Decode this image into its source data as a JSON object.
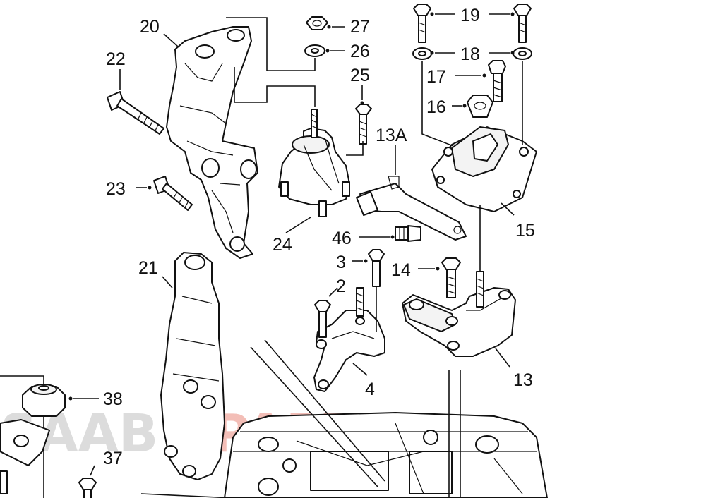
{
  "diagram": {
    "callouts": {
      "c2": "2",
      "c3": "3",
      "c4": "4",
      "c13": "13",
      "c13a": "13A",
      "c14": "14",
      "c15": "15",
      "c16": "16",
      "c17": "17",
      "c18": "18",
      "c19": "19",
      "c20": "20",
      "c21": "21",
      "c22": "22",
      "c23": "23",
      "c24": "24",
      "c25": "25",
      "c26": "26",
      "c27": "27",
      "c37": "37",
      "c38": "38",
      "c46": "46"
    },
    "watermark": {
      "part1": "SAAB",
      "part2": "PARTS",
      "color1": "#d9d9d9",
      "color2": "#f2b8b0"
    }
  }
}
